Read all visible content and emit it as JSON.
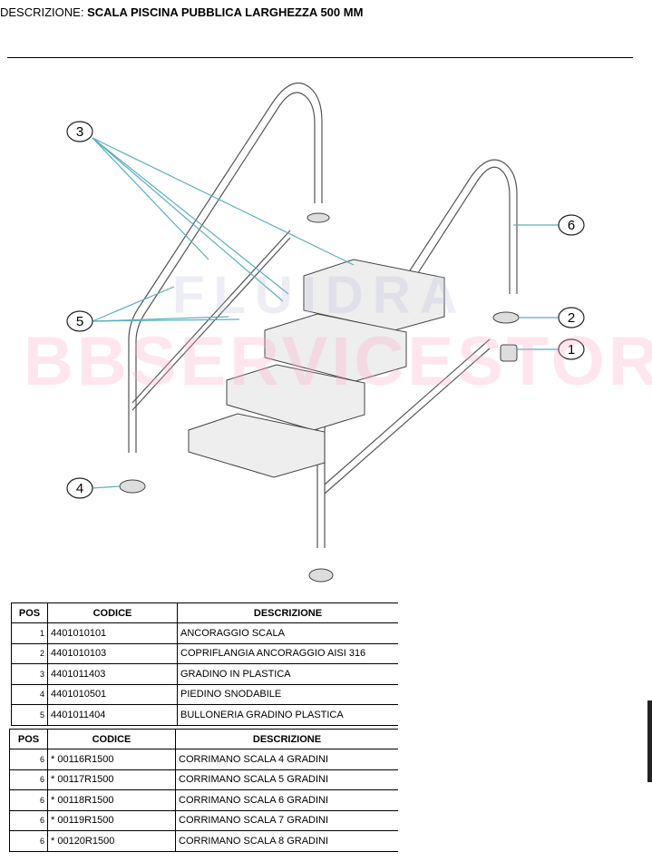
{
  "header": {
    "label": "DESCRIZIONE:",
    "title": "SCALA PISCINA PUBBLICA LARGHEZZA 500 MM"
  },
  "watermark": {
    "line1": "FLUIDRA",
    "line2": "BBSERVICESTORE"
  },
  "callouts": [
    "1",
    "2",
    "3",
    "4",
    "5",
    "6"
  ],
  "colors": {
    "leader": "#5aaec2",
    "line": "#444444",
    "watermark_pink": "#ffb0c8"
  },
  "table1": {
    "headers": [
      "POS",
      "CODICE",
      "DESCRIZIONE"
    ],
    "rows": [
      {
        "pos": "1",
        "code": "4401010101",
        "desc": "ANCORAGGIO SCALA"
      },
      {
        "pos": "2",
        "code": "4401010103",
        "desc": "COPRIFLANGIA ANCORAGGIO AISI 316"
      },
      {
        "pos": "3",
        "code": "4401011403",
        "desc": "GRADINO IN PLASTICA"
      },
      {
        "pos": "4",
        "code": "4401010501",
        "desc": "PIEDINO SNODABILE"
      },
      {
        "pos": "5",
        "code": "4401011404",
        "desc": "BULLONERIA GRADINO PLASTICA"
      }
    ]
  },
  "table2": {
    "headers": [
      "POS",
      "CODICE",
      "DESCRIZIONE"
    ],
    "rows": [
      {
        "pos": "6",
        "code": "* 00116R1500",
        "desc": "CORRIMANO SCALA 4 GRADINI"
      },
      {
        "pos": "6",
        "code": "* 00117R1500",
        "desc": "CORRIMANO SCALA 5 GRADINI"
      },
      {
        "pos": "6",
        "code": "* 00118R1500",
        "desc": "CORRIMANO SCALA 6 GRADINI"
      },
      {
        "pos": "6",
        "code": "* 00119R1500",
        "desc": "CORRIMANO SCALA 7 GRADINI"
      },
      {
        "pos": "6",
        "code": "* 00120R1500",
        "desc": "CORRIMANO SCALA 8 GRADINI"
      }
    ]
  }
}
